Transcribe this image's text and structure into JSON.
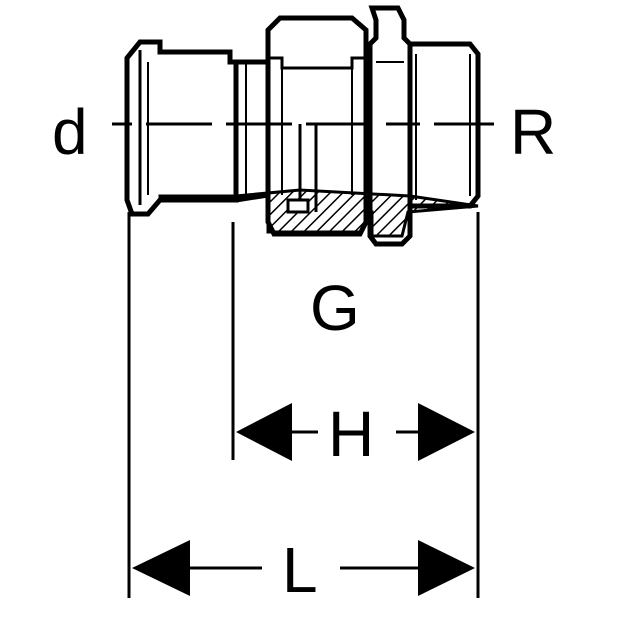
{
  "labels": {
    "d": "d",
    "R": "R",
    "G": "G",
    "H": "H",
    "L": "L"
  },
  "colors": {
    "ink": "#000000",
    "background": "#ffffff"
  }
}
